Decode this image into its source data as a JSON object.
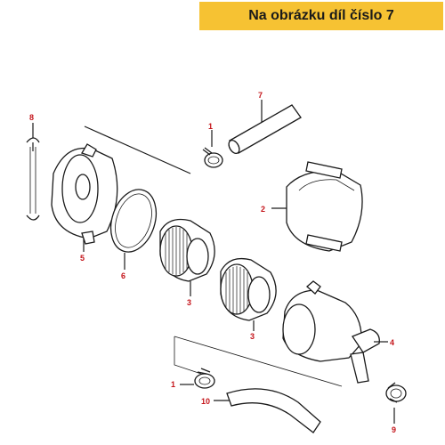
{
  "banner": {
    "text": "Na obrázku díl číslo 7"
  },
  "callouts": {
    "c1_top": "1",
    "c1_bottom": "1",
    "c2": "2",
    "c3_left": "3",
    "c3_right": "3",
    "c4": "4",
    "c5": "5",
    "c6": "6",
    "c7": "7",
    "c8": "8",
    "c9": "9",
    "c10": "10"
  },
  "colors": {
    "banner": "#f6c233",
    "callout": "#c4141a",
    "line": "#1a1a1a"
  }
}
